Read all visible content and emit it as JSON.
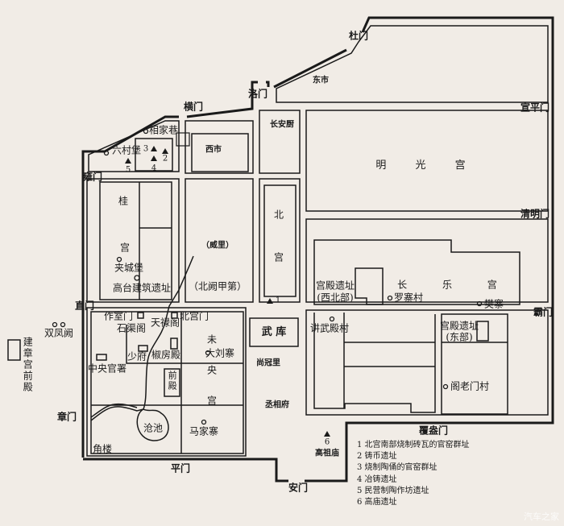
{
  "gates": {
    "luo": "洛门",
    "heng": "横门",
    "du": "杜门",
    "xuanping": "宣平门",
    "yong": "雍门",
    "qingming": "清明门",
    "zhi": "直门",
    "ba": "霸门",
    "zhang": "章门",
    "ping": "平门",
    "an": "安门",
    "fuang": "覆盎门"
  },
  "districts": {
    "dongshi": "东市",
    "xishi": "西市",
    "changanchu": "长安厨",
    "mingguanggong": "明 光 宫",
    "gui": "桂",
    "gong": "宫",
    "weili": "（威里）",
    "beiquejiadi": "（北阙甲第）",
    "bei": "北",
    "beigong_gong": "宫",
    "changlegong": "长 乐 宫",
    "wei": "未",
    "yang": "央",
    "weiyang_gong": "宫",
    "wuku": "武 库",
    "shangguanli": "尚冠里",
    "chengxiangfu": "丞相府",
    "gaozumiao": "高祖庙"
  },
  "sites": {
    "xiangjiaxiang": "相家巷",
    "liucunbao": "六村堡",
    "jiachengbao": "夹城堡",
    "gaotai": "高台建筑遗址",
    "gongdian_xb1": "宫殿遗址",
    "gongdian_xb2": "(西北部)",
    "luozhaicun": "罗寨村",
    "fanzhai": "樊寨",
    "jiangwudiancun": "讲武殿村",
    "gongdian_db1": "宫殿遗址",
    "gongdian_db2": "(东部)",
    "gelaomencun": "阁老门村",
    "zuoshimen": "作室门",
    "shiquge": "石渠阁",
    "tianluge": "天禄阁",
    "beigongmen": "北宫门",
    "daliuzhai": "大刘寨",
    "shaofu": "少府",
    "jiaofangdian": "椒房殿",
    "zhongyangguanshu": "中央官署",
    "qiandian": "前殿",
    "cangchi": "沧池",
    "majiazhai": "马家寨",
    "jiaolou": "角楼",
    "shuangfengque": "双凤阙",
    "jianzhang": "建章宫前殿"
  },
  "markers": [
    "1",
    "2",
    "3",
    "4",
    "5",
    "6"
  ],
  "legend": [
    "1 北宫南部烧制砖瓦的官窑群址",
    "2 铸币遗址",
    "3 烧制陶俑的官窑群址",
    "4 冶铸遗址",
    "5 民营制陶作坊遗址",
    "6 高庙遗址"
  ],
  "watermark": "汽车之家"
}
